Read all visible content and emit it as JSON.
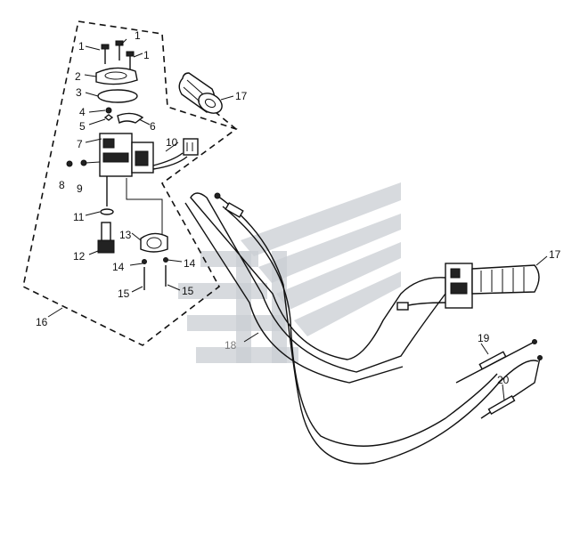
{
  "diagram": {
    "callouts": [
      {
        "id": "c1a",
        "label": "1"
      },
      {
        "id": "c1b",
        "label": "1"
      },
      {
        "id": "c1c",
        "label": "1"
      },
      {
        "id": "c2",
        "label": "2"
      },
      {
        "id": "c3",
        "label": "3"
      },
      {
        "id": "c4",
        "label": "4"
      },
      {
        "id": "c5",
        "label": "5"
      },
      {
        "id": "c6",
        "label": "6"
      },
      {
        "id": "c7",
        "label": "7"
      },
      {
        "id": "c8",
        "label": "8"
      },
      {
        "id": "c9",
        "label": "9"
      },
      {
        "id": "c10",
        "label": "10"
      },
      {
        "id": "c11",
        "label": "11"
      },
      {
        "id": "c12",
        "label": "12"
      },
      {
        "id": "c13",
        "label": "13"
      },
      {
        "id": "c14a",
        "label": "14"
      },
      {
        "id": "c14b",
        "label": "14"
      },
      {
        "id": "c15a",
        "label": "15"
      },
      {
        "id": "c15b",
        "label": "15"
      },
      {
        "id": "c16",
        "label": "16"
      },
      {
        "id": "c17a",
        "label": "17"
      },
      {
        "id": "c17b",
        "label": "17"
      },
      {
        "id": "c18",
        "label": "18"
      },
      {
        "id": "c19",
        "label": "19"
      },
      {
        "id": "c20",
        "label": "20"
      }
    ]
  }
}
